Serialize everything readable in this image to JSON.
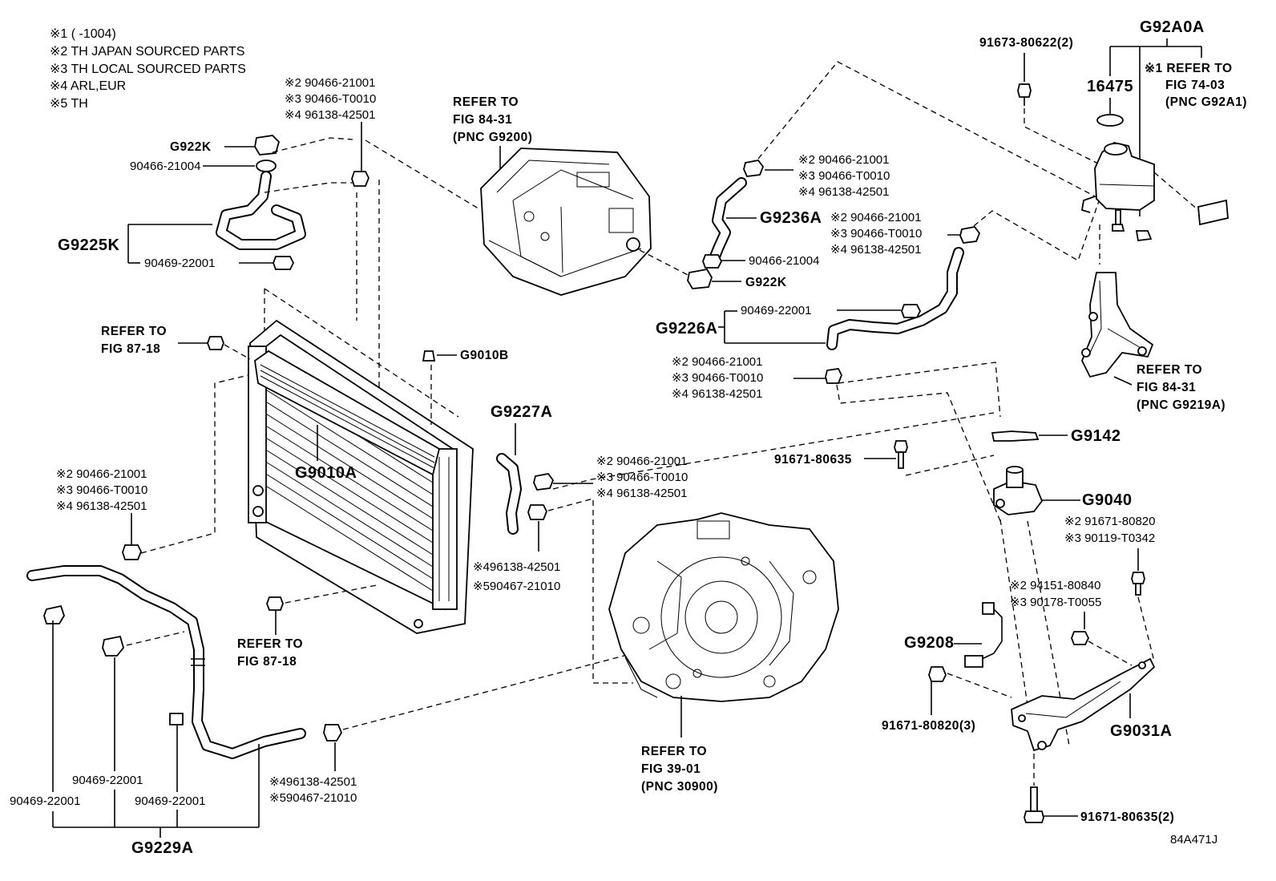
{
  "notes": [
    "※1 (      -1004)",
    "※2 TH  JAPAN SOURCED PARTS",
    "※3 TH  LOCAL SOURCED PARTS",
    "※4 ARL,EUR",
    "※5 TH"
  ],
  "clamp_group_1": [
    "※2  90466-21001",
    "※3  90466-T0010",
    "※4  96138-42501"
  ],
  "clamp_group_2": [
    "※2  90466-21001",
    "※3  90466-T0010",
    "※4  96138-42501"
  ],
  "clamp_group_3": [
    "※2 90466-21001",
    "※3 90466-T0010",
    "※4 96138-42501"
  ],
  "clamp_group_4": [
    "※2  90466-21001",
    "※3  90466-T0010",
    "※4  96138-42501"
  ],
  "clamp_group_5": [
    "※2  90466-21001",
    "※3  90466-T0010",
    "※4  96138-42501"
  ],
  "clamp_group_6": [
    "※2  90466-21001",
    "※3  90466-T0010",
    "※4  96138-42501"
  ],
  "refer_inverter": [
    "REFER TO",
    "FIG 84-31",
    "(PNC G9200)"
  ],
  "refer_fig_87_18_a": [
    "REFER TO",
    "FIG 87-18"
  ],
  "refer_fig_87_18_b": [
    "REFER TO",
    "FIG 87-18"
  ],
  "refer_transaxle": [
    "REFER TO",
    "FIG 39-01",
    "(PNC 30900)"
  ],
  "refer_tank": [
    "※1 REFER TO",
    "FIG 74-03",
    "(PNC G92A1)"
  ],
  "refer_bracket": [
    "REFER TO",
    "FIG 84-31",
    "(PNC G9219A)"
  ],
  "labels": {
    "g922k_top": "G922K",
    "p90466_21004_top": "90466-21004",
    "g9225k": "G9225K",
    "p90469_22001_top": "90469-22001",
    "g9010b": "G9010B",
    "g9010a": "G9010A",
    "g9227a": "G9227A",
    "g9236a": "G9236A",
    "p90466_21004_mid": "90466-21004",
    "g922k_mid": "G922K",
    "g9226a": "G9226A",
    "p90469_22001_mid": "90469-22001",
    "p91673": "91673-80622(2)",
    "g92a0a": "G92A0A",
    "p16475": "16475",
    "g9142": "G9142",
    "p91671_80635": "91671-80635",
    "g9040": "G9040",
    "p91671_80820_note": "※2 91671-80820",
    "p90119_note": "※3 90119-T0342",
    "p94151_note": "※2 94151-80840",
    "p90178_note": "※3 90178-T0055",
    "g9208": "G9208",
    "p91671_80820_3": "91671-80820(3)",
    "g9031a": "G9031A",
    "p91671_80635_2": "91671-80635(2)",
    "clip_left_a": "※496138-42501",
    "clip_left_b": "※590467-21010",
    "clip_bottom_a": "※496138-42501",
    "clip_bottom_b": "※590467-21010",
    "p90469_22001_b1": "90469-22001",
    "p90469_22001_b2": "90469-22001",
    "p90469_22001_b3": "90469-22001",
    "g9229a": "G9229A",
    "figure_code": "84A471J"
  }
}
